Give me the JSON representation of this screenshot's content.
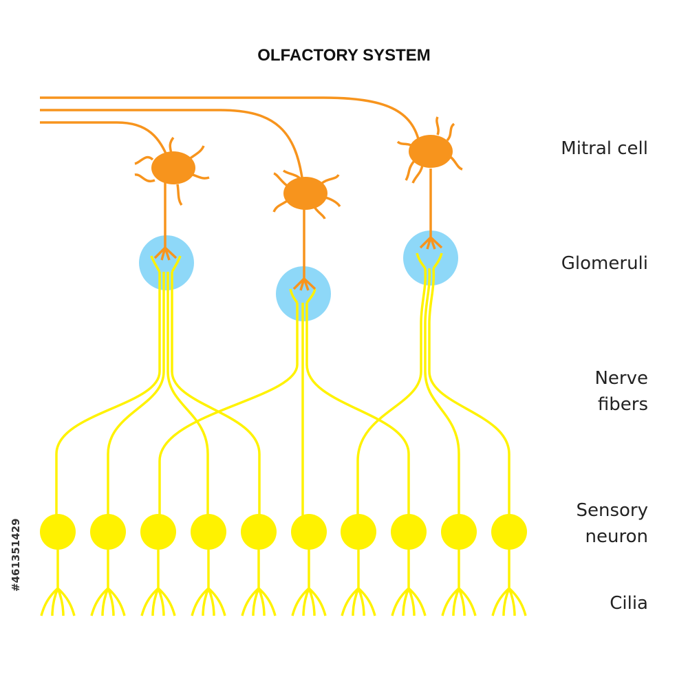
{
  "title": "OLFACTORY SYSTEM",
  "labels": {
    "mitral_cell": "Mitral cell",
    "glomeruli": "Glomeruli",
    "nerve_fibers_line1": "Nerve",
    "nerve_fibers_line2": "fibers",
    "sensory_neuron_line1": "Sensory",
    "sensory_neuron_line2": "neuron",
    "cilia": "Cilia"
  },
  "stock_id": "#461351429",
  "colors": {
    "mitral": "#f7941d",
    "glomerulus": "#8ed8f8",
    "sensory": "#fff200",
    "text": "#222222"
  }
}
